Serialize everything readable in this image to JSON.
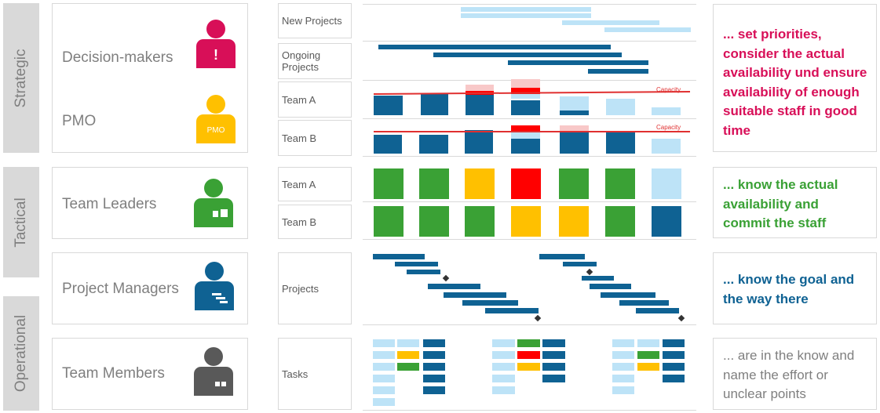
{
  "levels": {
    "strategic": "Strategic",
    "tactical": "Tactical",
    "operational": "Operational"
  },
  "roles": {
    "decision_makers": "Decision-makers",
    "pmo": "PMO",
    "team_leaders": "Team Leaders",
    "project_managers": "Project Managers",
    "team_members": "Team Members"
  },
  "icons": {
    "decision_makers": {
      "name": "decision-maker-person-icon",
      "color": "#d80f58",
      "badge": "!"
    },
    "pmo": {
      "name": "pmo-person-icon",
      "color": "#ffc000",
      "badge": "PMO"
    },
    "team_leaders": {
      "name": "team-leader-person-icon",
      "color": "#3aa135"
    },
    "project_managers": {
      "name": "project-manager-person-icon",
      "color": "#0f6293"
    },
    "team_members": {
      "name": "team-member-person-icon",
      "color": "#595959"
    }
  },
  "rows": {
    "new_projects": "New Projects",
    "ongoing_projects": "Ongoing Projects",
    "team_a": "Team A",
    "team_b": "Team B",
    "team_a_tactical": "Team A",
    "team_b_tactical": "Team B",
    "projects": "Projects",
    "tasks": "Tasks"
  },
  "capacity_label": "Capacity",
  "statements": {
    "strategic": "... set priorities, consider the actual availability und ensure availability of enough suitable staff in good time",
    "tactical": "... know the actual availability and commit the staff",
    "project_managers": "... know the goal and the way there",
    "team_members": "... are in the know and name the effort or unclear points"
  },
  "colors": {
    "dark_blue": "#0f6293",
    "light_blue": "#bde3f7",
    "red": "#ff0000",
    "pink": "#f8c8c8",
    "green": "#3aa135",
    "yellow": "#ffc000",
    "magenta": "#d80f58",
    "gray": "#7f7f7f"
  },
  "tactical_status": {
    "team_a": [
      "green",
      "green",
      "yellow",
      "red",
      "green",
      "green",
      "light_blue"
    ],
    "team_b": [
      "green",
      "green",
      "green",
      "yellow",
      "yellow",
      "green",
      "dark_blue"
    ]
  }
}
